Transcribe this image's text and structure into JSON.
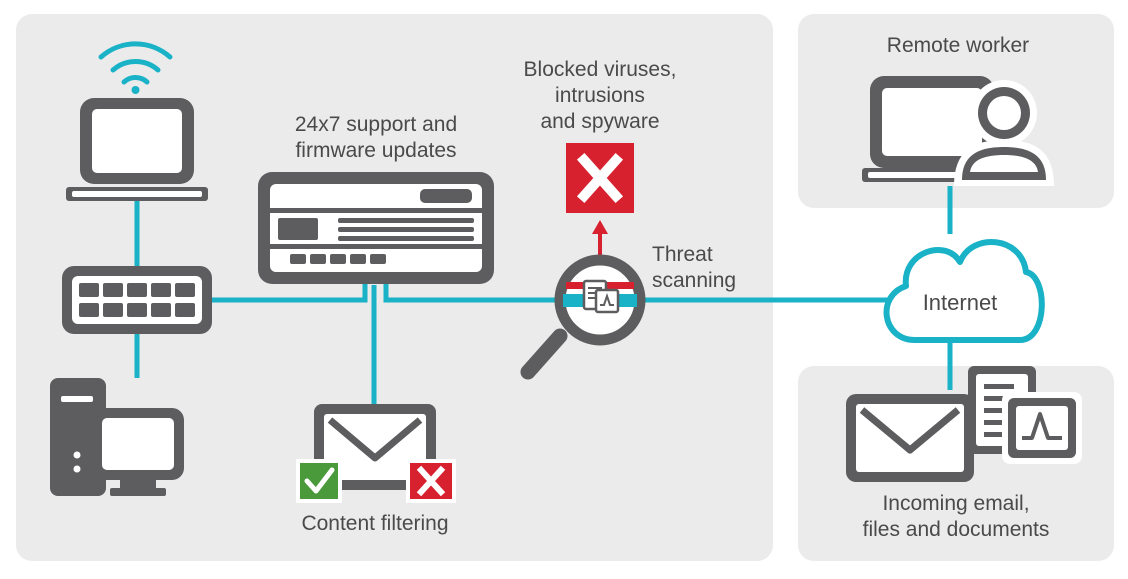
{
  "labels": {
    "support": "24x7 support and\nfirmware updates",
    "blocked": "Blocked viruses,\nintrusions\nand spyware",
    "threat": "Threat\nscanning",
    "remote": "Remote worker",
    "internet": "Internet",
    "incoming": "Incoming email,\nfiles and documents",
    "content": "Content filtering"
  },
  "colors": {
    "panel": "#ebebeb",
    "line": "#1ab2c6",
    "icon": "#5d5d5f",
    "red": "#d8212f",
    "green": "#4a9a3c",
    "text": "#4a4a4a"
  },
  "icons": [
    "wifi-icon",
    "laptop-icon",
    "switch-icon",
    "desktop-icon",
    "firewall-appliance-icon",
    "email-icon",
    "check-icon",
    "block-icon",
    "magnifier-icon",
    "document-icon",
    "cloud-icon",
    "remote-worker-icon",
    "file-icon",
    "chart-document-icon"
  ]
}
